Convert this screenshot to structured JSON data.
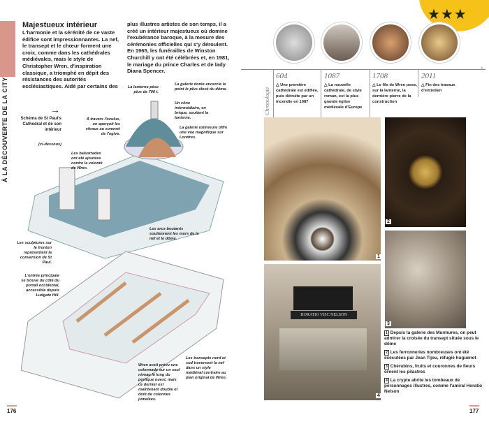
{
  "sidebar": {
    "section": "À LA DÉCOUVERTE DE LA CITY",
    "accent": "#d9968a"
  },
  "article": {
    "title": "Majestueux intérieur",
    "col1": "L'harmonie et la sérénité de ce vaste édifice sont impressionnantes. La nef, le transept et le chœur forment une croix, comme dans les cathédrales médiévales, mais le style de Christopher Wren, d'inspiration classique, a triomphé en dépit des résistances des autorités ecclésiastiques. Aidé par certains des",
    "col2": "plus illustres artistes de son temps, il a créé un intérieur majestueux où domine l'exubérance baroque, à la mesure des cérémonies officielles qui s'y déroulent. En 1965, les funérailles de Winston Churchill y ont été célébrées et, en 1981, le mariage du prince Charles et de lady Diana Spencer."
  },
  "diagram": {
    "arrow": "→",
    "caption": "Schéma de St Paul's Cathedral et de son intérieur",
    "caption_note": "(ci-dessous)",
    "labels": [
      "La lanterne pèse plus de 700 t.",
      "La galerie dorée encercle le point le plus élevé du dôme.",
      "Un cône intermédiaire, en brique, soutient la lanterne.",
      "À travers l'oculus, on aperçoit les vitraux au sommet de l'ogive.",
      "La galerie extérieure offre une vue magnifique sur Londres.",
      "Les balustrades ont été ajoutées contre la volonté de Wren.",
      "Les arcs-boutants soutiennent les murs de la nef et le dôme.",
      "Les sculptures sur le fronton représentent la conversion de St Paul.",
      "L'entrée principale se trouve du côté du portail occidental, accessible depuis Ludgate Hill.",
      "Wren avait prévu une colonnade sur un seul niveau le long du portique ouest, mais ce dernier est maintenant double et doté de colonnes jumelées.",
      "Les transepts nord et sud traversent la nef dans un style médiéval contraire au plan original de Wren."
    ]
  },
  "rating": {
    "stars": "★★★",
    "color": "#f6c21a"
  },
  "timeline": {
    "label": "Chronologie",
    "entries": [
      {
        "year": "604",
        "text": "△ Une première cathédrale est édifiée, puis détruite par un incendie en 1087"
      },
      {
        "year": "1087",
        "text": "△ La nouvelle cathédrale, de style roman, est la plus grande église médiévale d'Europe"
      },
      {
        "year": "1708",
        "text": "△ Le fils de Wren pose, sur la lanterne, la dernière pierre de la construction"
      },
      {
        "year": "2011",
        "text": "△ Fin des travaux d'entretien"
      }
    ]
  },
  "photos": [
    "1",
    "2",
    "3",
    "4"
  ],
  "tomb_inscription": "HORATIO VISC NELSON",
  "captions": [
    {
      "n": "1",
      "text": "Depuis la galerie des Murmures, on peut admirer la croisée du transept située sous le dôme"
    },
    {
      "n": "2",
      "text": "Les ferronneries nombreuses ont été exécutées par Jean Tijou, réfugié huguenot"
    },
    {
      "n": "3",
      "text": "Chérubins, fruits et couronnes de fleurs ornent les pilastres"
    },
    {
      "n": "4",
      "text": "La crypte abrite les tombeaux de personnages illustres, comme l'amiral Horatio Nelson"
    }
  ],
  "pages": {
    "left": "176",
    "right": "177"
  }
}
